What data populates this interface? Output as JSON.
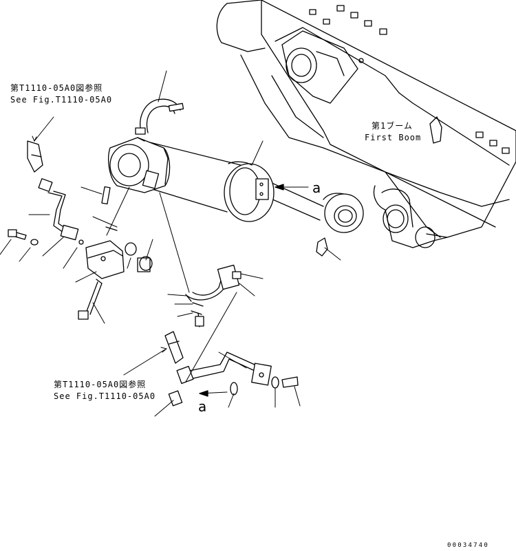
{
  "callouts": {
    "ref_top_jp": "第T1110-05A0図参照",
    "ref_top_en": "See Fig.T1110-05A0",
    "ref_bottom_jp": "第T1110-05A0図参照",
    "ref_bottom_en": "See Fig.T1110-05A0",
    "boom_jp": "第1ブーム",
    "boom_en": "First Boom",
    "marker_a_upper": "a",
    "marker_a_lower": "a"
  },
  "drawing_number": "00034740"
}
